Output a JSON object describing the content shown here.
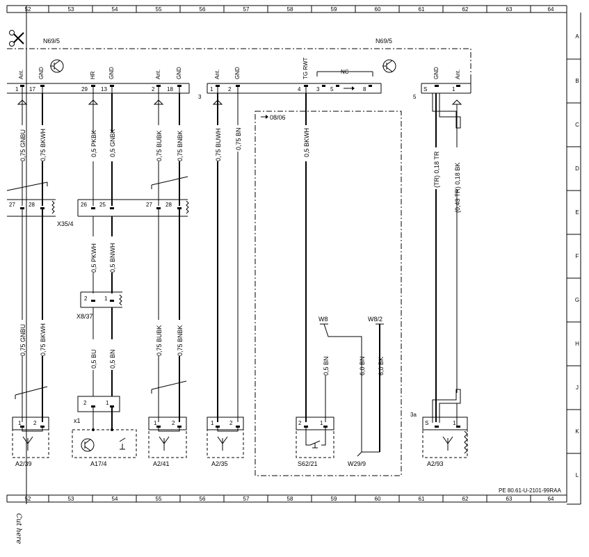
{
  "col_numbers": [
    "52",
    "53",
    "54",
    "55",
    "56",
    "57",
    "58",
    "59",
    "60",
    "61",
    "62",
    "63",
    "64"
  ],
  "row_letters": [
    "A",
    "B",
    "C",
    "D",
    "E",
    "F",
    "G",
    "H",
    "J",
    "K",
    "L"
  ],
  "components": {
    "n69_left": "N69/5",
    "n69_right": "N69/5",
    "x35": "X35/4",
    "x837": "X8/37",
    "x1": "x1",
    "a239": "A2/39",
    "a174": "A17/4",
    "a241": "A2/41",
    "a235": "A2/35",
    "s6221": "S62/21",
    "w299": "W29/9",
    "a293": "A2/93",
    "w8": "W8",
    "w82": "W8/2",
    "date_box": "08/06"
  },
  "n69_pins": {
    "p1": "1",
    "p17": "17",
    "p29": "29",
    "p13": "13",
    "p2a": "2",
    "p18": "18",
    "p3": "3",
    "p1b": "1",
    "p2b": "2",
    "p4": "4",
    "p3b": "3",
    "p5": "5",
    "p8": "8",
    "p5b": "5",
    "pS": "S",
    "p1c": "1"
  },
  "n69_funcs": {
    "ant1": "Ant.",
    "gnd1": "GND",
    "hr": "HR",
    "gnd2": "GND",
    "ant2": "Ant.",
    "gnd3": "GND",
    "ant3": "Ant.",
    "gnd4": "GND",
    "tgrwt": "TG RWT",
    "nc": "NC",
    "gnd5": "GND",
    "ant4": "Ant."
  },
  "x35_pins": {
    "p27a": "27",
    "p28a": "28",
    "p26": "26",
    "p25": "25",
    "p27b": "27",
    "p28b": "28"
  },
  "x837_pins": {
    "p2": "2",
    "p1": "1"
  },
  "bottom_pins": {
    "a239_1": "1",
    "a239_2": "2",
    "a174_2": "2",
    "a174_1": "1",
    "a241_1": "1",
    "a241_2": "2",
    "a235_1": "1",
    "a235_2": "2",
    "s62_2": "2",
    "s62_1": "1",
    "a293_s": "S",
    "a293_1": "1",
    "a293_3a": "3a"
  },
  "wires_upper": {
    "w1": "0,75 GNBU",
    "w2": "0,75 BKWH",
    "w3": "0,5 PKBK",
    "w4": "0,5 GNBK",
    "w5": "0,75 BUBK",
    "w6": "0,75 BNBK",
    "w7": "0,75 BUWH",
    "w8": "0,75 BN",
    "w9": "0,5 BKWH",
    "w10": "(TR) 0,18 TR",
    "w11": "(0,43 TR) 0,18 BK"
  },
  "wires_mid": {
    "w1": "0,5 PKWH",
    "w2": "0,5 BNWH"
  },
  "wires_lower": {
    "w1": "0,75 GNBU",
    "w2": "0,75 BKWH",
    "w3": "0,5 BU",
    "w4": "0,5 BN",
    "w5": "0,75 BUBK",
    "w6": "0,75 BNBK",
    "w7": "0,5 BN",
    "w8": "6,0 BN",
    "w9": "6,0 BK"
  },
  "doc_ref": "PE 80.61-U-2101-99RAA",
  "cut_here": "Cut here"
}
